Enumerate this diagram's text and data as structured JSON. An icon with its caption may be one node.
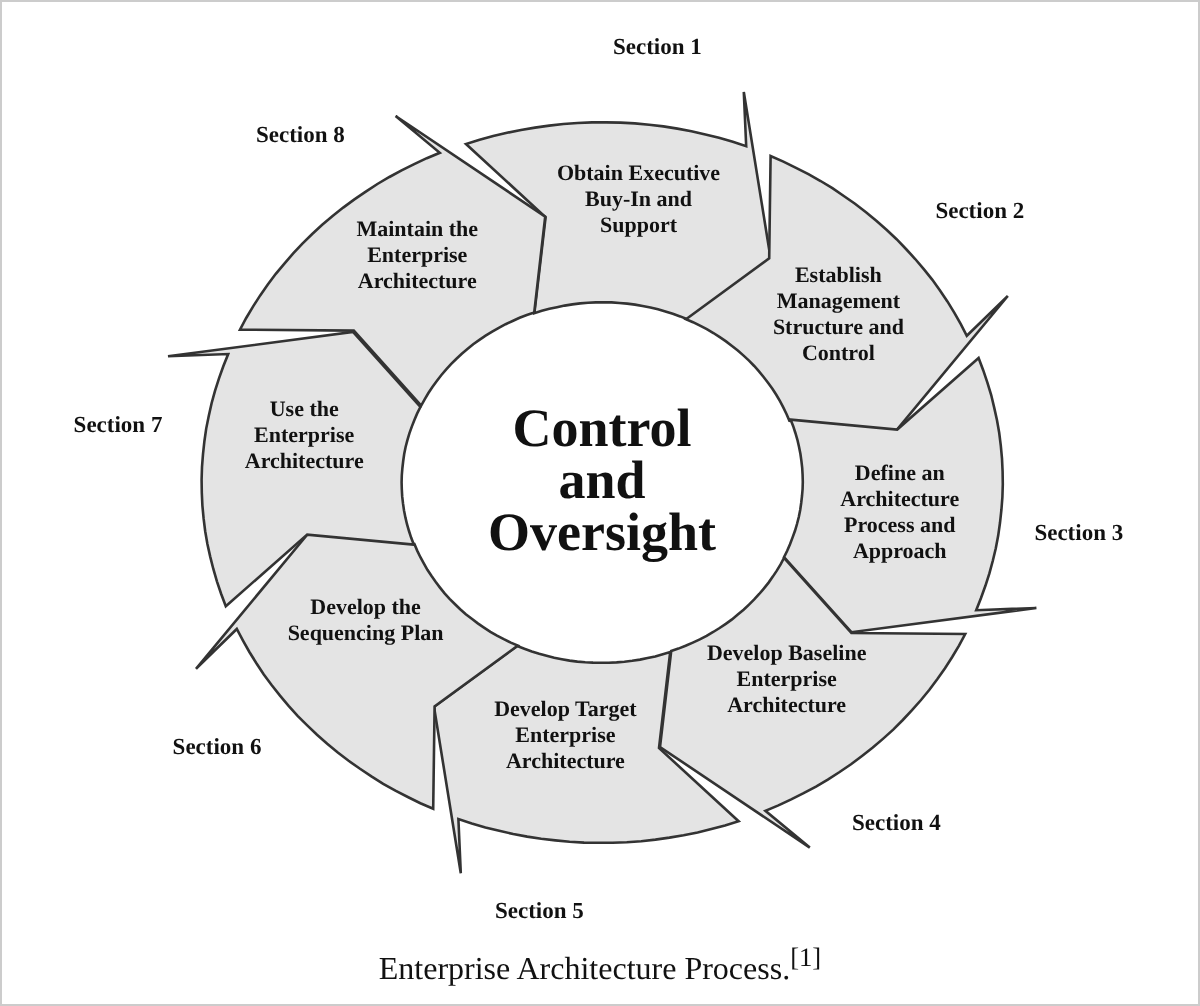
{
  "diagram": {
    "caption": "Enterprise Architecture Process.$^{[1]}$",
    "nodes": [
      {
        "text": [
          "Obtain Executive Buy-In and Support"
        ],
        "beside": [
          "Section 1"
        ]
      },
      {
        "text": [
          "Establish Management Structure and Control"
        ],
        "beside": [
          "Section 2"
        ]
      },
      {
        "text": [
          "Define an Architecture Process and Approach"
        ],
        "beside": [
          "Section 3"
        ]
      },
      {
        "text": [
          "Develop Baseline Enterprise Architecture"
        ],
        "beside": [
          "Section 4"
        ]
      },
      {
        "text": [
          "Develop Target Enterprise Architecture"
        ],
        "beside": [
          "Section 5"
        ]
      },
      {
        "text": [
          "Develop the Sequencing Plan"
        ],
        "beside": [
          "Section 6"
        ]
      },
      {
        "text": [
          "Use the Enterprise Architecture"
        ],
        "beside": [
          "Section 7"
        ]
      },
      {
        "text": [
          "Maintain the Enterprise Architecture"
        ],
        "beside": [
          "Section 8"
        ]
      },
      {
        "text": [
          "Control and Oversight"
        ]
      }
    ]
  }
}
